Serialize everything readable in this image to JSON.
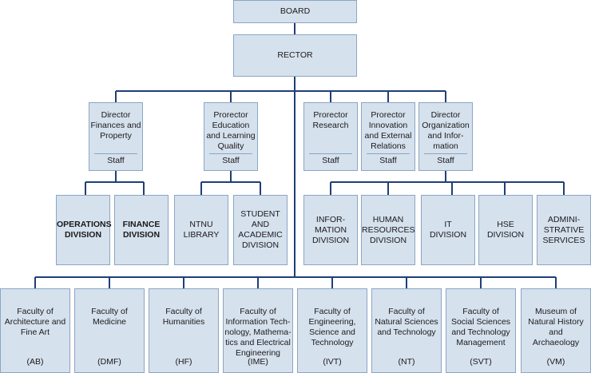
{
  "board": "BOARD",
  "rector": "RECTOR",
  "directors": [
    {
      "title": "Director\nFinances and\nProperty",
      "staff": "Staff"
    },
    {
      "title": "Prorector\nEducation\nand Learning\nQuality",
      "staff": "Staff"
    },
    {
      "title": "Prorector\nResearch",
      "staff": "Staff"
    },
    {
      "title": "Prorector\nInnovation\nand External\nRelations",
      "staff": "Staff"
    },
    {
      "title": "Director\nOrganization\nand Infor-\nmation",
      "staff": "Staff"
    }
  ],
  "divisions": [
    {
      "l1": "OPERATIONS",
      "l2": "DIVISION"
    },
    {
      "l1": "FINANCE",
      "l2": "DIVISION"
    },
    {
      "l1": "NTNU\nLIBRARY",
      "l2": ""
    },
    {
      "l1": "STUDENT\nAND\nACADEMIC\nDIVISION",
      "l2": ""
    },
    {
      "l1": "INFOR-\nMATION\nDIVISION",
      "l2": ""
    },
    {
      "l1": "HUMAN\nRESOURCES\nDIVISION",
      "l2": ""
    },
    {
      "l1": "IT\nDIVISION",
      "l2": ""
    },
    {
      "l1": "HSE\nDIVISION",
      "l2": ""
    },
    {
      "l1": "ADMINI-\nSTRATIVE\nSERVICES",
      "l2": ""
    }
  ],
  "faculties": [
    {
      "name": "Faculty of\nArchitecture and\nFine Art",
      "code": "(AB)"
    },
    {
      "name": "Faculty of\nMedicine",
      "code": "(DMF)"
    },
    {
      "name": "Faculty of\nHumanities",
      "code": "(HF)"
    },
    {
      "name": "Faculty of\nInformation Tech-\nnology, Mathema-\ntics and Electrical\nEngineering",
      "code": "(IME)"
    },
    {
      "name": "Faculty of\nEngineering,\nScience and\nTechnology",
      "code": "(IVT)"
    },
    {
      "name": "Faculty of\nNatural Sciences\nand Technology",
      "code": "(NT)"
    },
    {
      "name": "Faculty of\nSocial Sciences\nand Technology\nManagement",
      "code": "(SVT)"
    },
    {
      "name": "Museum of\nNatural History\nand\nArchaeology",
      "code": "(VM)"
    }
  ],
  "colors": {
    "box_fill": "#d6e1ee",
    "box_border": "#8aa6c4",
    "line": "#1f3f78"
  }
}
